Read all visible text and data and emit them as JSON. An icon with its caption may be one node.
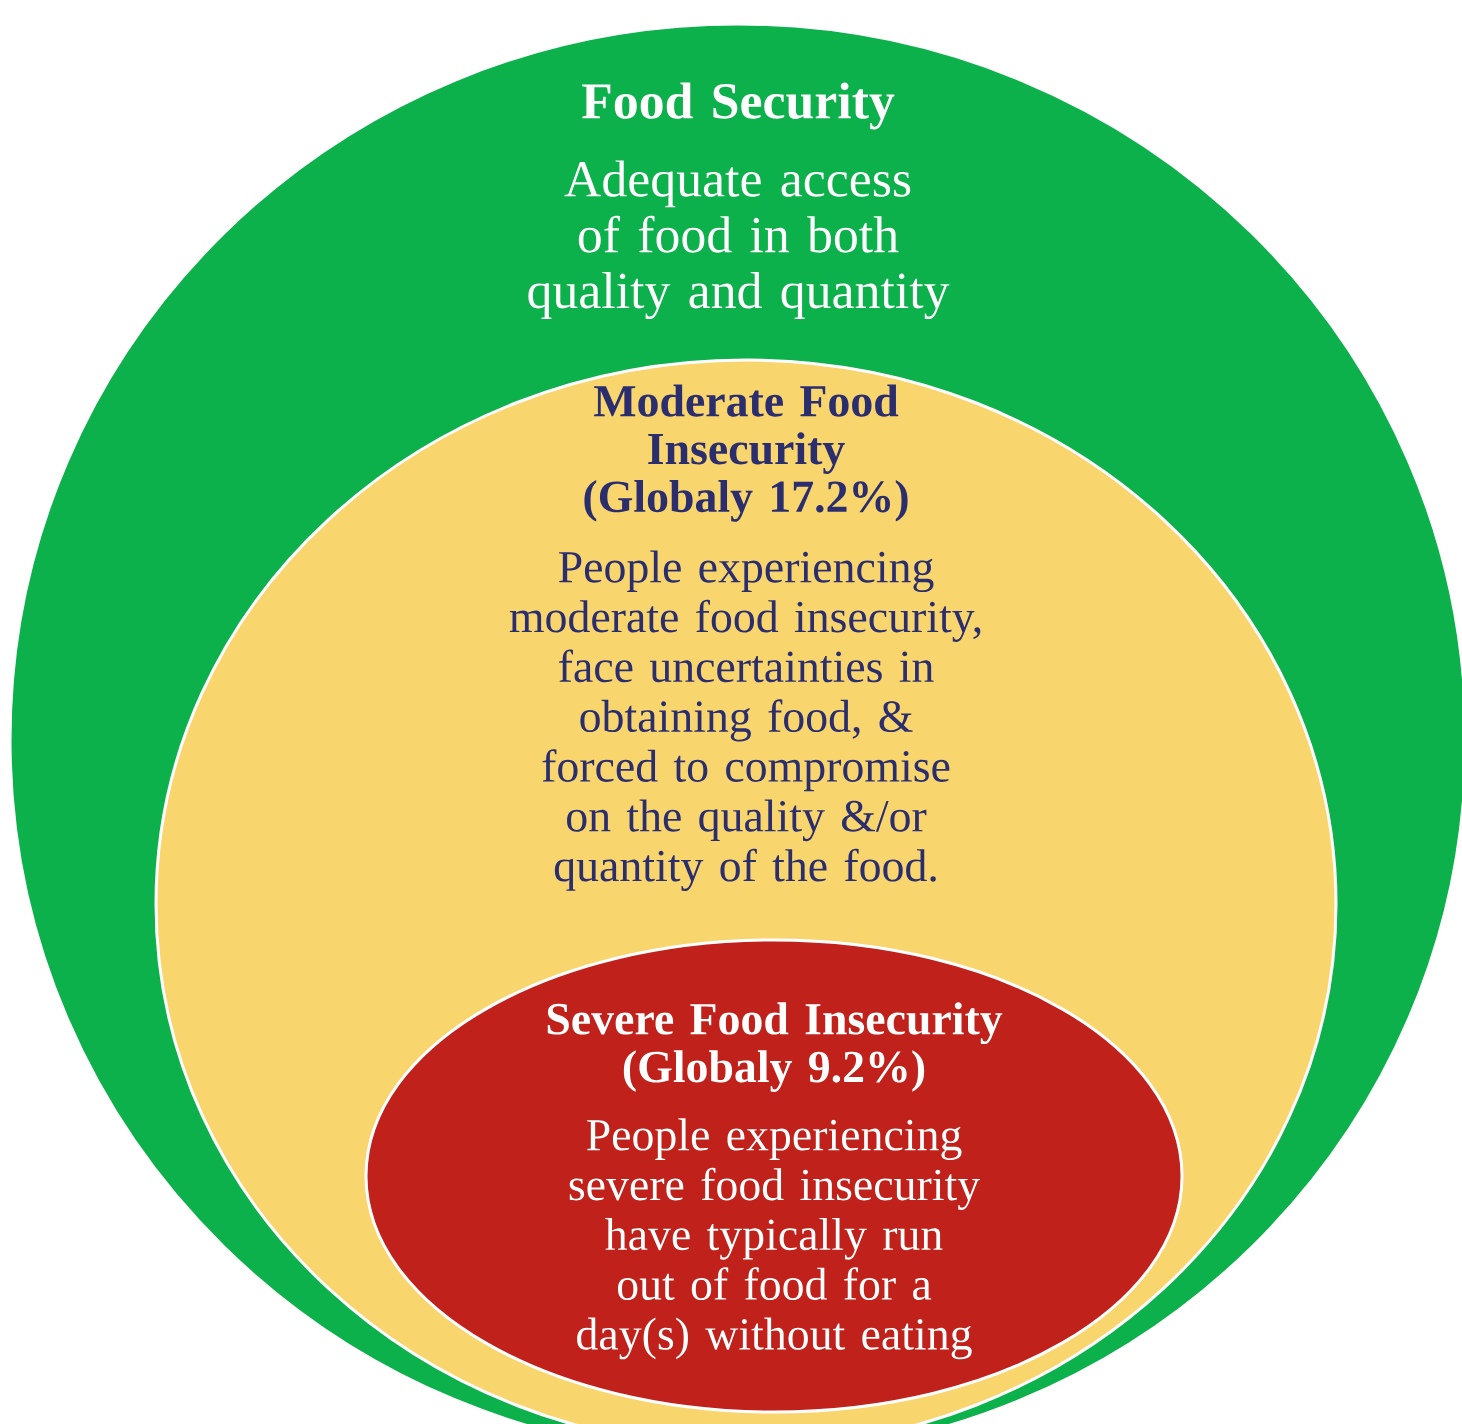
{
  "diagram": {
    "nodes": [
      {
        "text": [
          "Food Security",
          "Adequate access of food in both quality and quantity"
        ]
      },
      {
        "text": [
          "Moderate Food Insecurity (Globaly 17.2%)",
          "People experiencing moderate food insecurity, face uncertainties in obtaining food, & forced to compromise on the quality &/or quantity of the food."
        ],
        "in": 0
      },
      {
        "text": [
          "Severe Food Insecurity (Globaly 9.2%)",
          "People experiencing severe food insecurity have typically run out of food for a day(s) without eating"
        ],
        "in": 1
      }
    ]
  }
}
